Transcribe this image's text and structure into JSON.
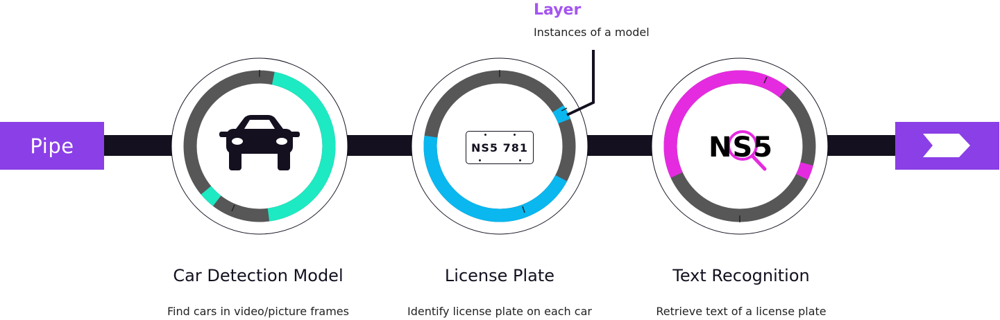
{
  "pipe": {
    "label": "Pipe"
  },
  "layer": {
    "title": "Layer",
    "subtitle": "Instances of a model"
  },
  "stages": [
    {
      "title": "Car Detection Model",
      "description": "Find cars in video/picture frames",
      "icon": "car-icon",
      "ring_color": "#1de9c2"
    },
    {
      "title": "License Plate",
      "description": "Identify license plate on each car",
      "icon": "license-plate-icon",
      "plate_text": "NS5 781",
      "ring_color": "#0ab7ef"
    },
    {
      "title": "Text Recognition",
      "description": "Retrieve text of a license plate",
      "icon": "magnifier-icon",
      "ocr_text": "NS5",
      "ring_color": "#e52be0"
    }
  ],
  "colors": {
    "pipe_bar": "#14101f",
    "accent_purple": "#8b3fe6",
    "ring_inactive": "#575757"
  }
}
